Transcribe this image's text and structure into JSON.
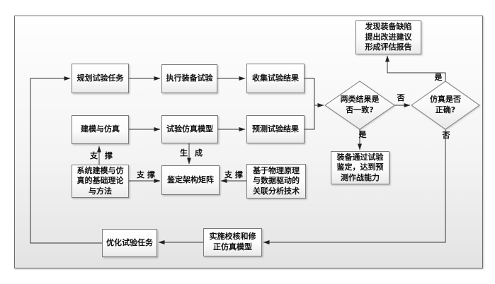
{
  "diagram": {
    "boxes": {
      "plan_test_tasks": "规划试验任务",
      "execute_equipment_test": "执行装备试验",
      "collect_test_results": "收集试验结果",
      "modeling_and_simulation": "建模与仿真",
      "test_simulation_model": "试验仿真模型",
      "predict_test_results": "预测试验结果",
      "defect_report": "发现装备缺陷\n提出改进建议\n形成评估报告",
      "equipment_passes": "装备通过试验\n鉴定，达到预\n测作战能力",
      "theory_and_methods": "系统建模与仿\n真的基础理论\n与方法",
      "appraisal_matrix": "鉴定架构矩阵",
      "correlation_analysis": "基于物理原理\n与数据驱动的\n关联分析技术",
      "optimize_test_tasks": "优化试验任务",
      "verify_and_correct_model": "实施校核和修\n正仿真模型"
    },
    "decisions": {
      "results_consistent": "两类结果是\n否一致?",
      "simulation_correct": "仿真是否\n正确?"
    },
    "edge_labels": {
      "yes": "是",
      "no": "否",
      "support": "支撑",
      "generate": "生成"
    }
  }
}
